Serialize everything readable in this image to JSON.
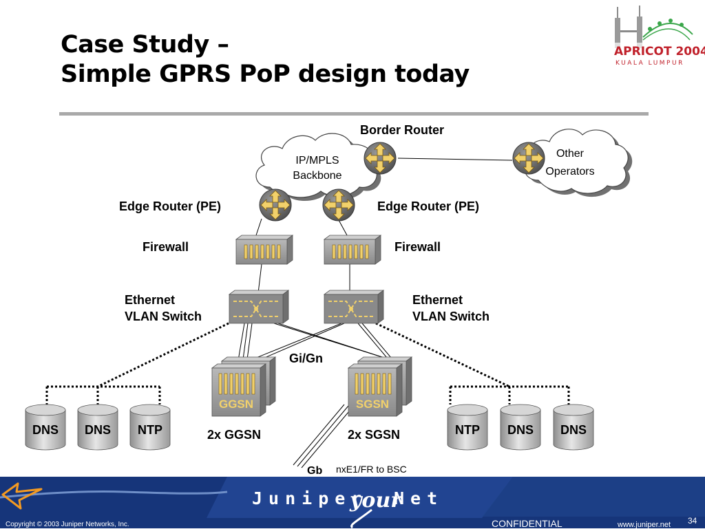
{
  "slide": {
    "title_line1": "Case Study –",
    "title_line2": "Simple GPRS PoP design today",
    "page_number": "34"
  },
  "logo": {
    "name": "APRICOT 2004",
    "city": "KUALA LUMPUR",
    "colors": {
      "red": "#c0202a",
      "green": "#3aa64a",
      "gray": "#8a8a8a"
    }
  },
  "diagram": {
    "clouds": {
      "backbone_line1": "IP/MPLS",
      "backbone_line2": "Backbone",
      "operators_line1": "Other",
      "operators_line2": "Operators"
    },
    "labels": {
      "border_router": "Border Router",
      "edge_router_left": "Edge Router (PE)",
      "edge_router_right": "Edge Router (PE)",
      "firewall_left": "Firewall",
      "firewall_right": "Firewall",
      "switch_left_line1": "Ethernet",
      "switch_left_line2": "VLAN Switch",
      "switch_right_line1": "Ethernet",
      "switch_right_line2": "VLAN Switch",
      "gi_gn": "Gi/Gn",
      "ggsn_count": "2x GGSN",
      "sgsn_count": "2x SGSN",
      "gb": "Gb",
      "bsc_link": "nxE1/FR to BSC"
    },
    "devices": {
      "ggsn": "GGSN",
      "sgsn": "SGSN"
    },
    "servers_left": [
      "DNS",
      "DNS",
      "NTP"
    ],
    "servers_right": [
      "NTP",
      "DNS",
      "DNS"
    ]
  },
  "footer": {
    "brand_left": "Juniper",
    "brand_mid": "your",
    "brand_right": "Net",
    "copyright": "Copyright © 2003 Juniper Networks, Inc.",
    "confidential": "CONFIDENTIAL",
    "url": "www.juniper.net",
    "colors": {
      "bar": "#16357a",
      "accent": "#f39a22"
    }
  }
}
